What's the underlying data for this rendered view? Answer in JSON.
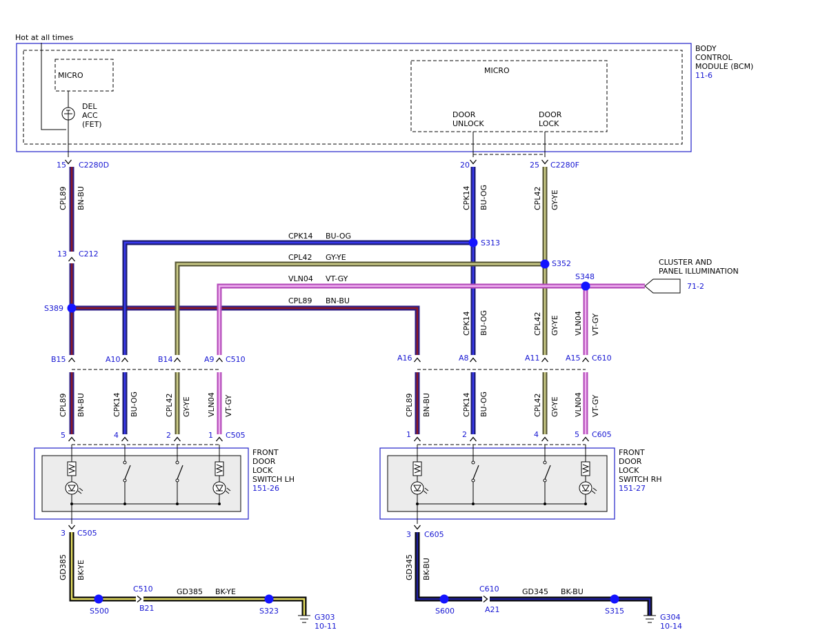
{
  "colors": {
    "bn_bu": {
      "outer": "#2c1d86",
      "inner": "#8f1a22"
    },
    "bu_og": {
      "outer": "#1b1b70",
      "inner": "#3a3af0"
    },
    "gy_ye": {
      "outer": "#5a5a38",
      "inner": "#d0d08a"
    },
    "vt_gy": {
      "outer": "#b44cba",
      "inner": "#f0b4f0"
    },
    "bk_ye": {
      "outer": "#0a0a0a",
      "inner": "#e8e060"
    },
    "bk_bu": {
      "outer": "#0a0a0a",
      "inner": "#2020a0"
    },
    "splice": "#1414ff",
    "label": "#1414d2"
  },
  "hot_label": "Hot at all times",
  "bcm": {
    "name": [
      "BODY",
      "CONTROL",
      "MODULE (BCM)"
    ],
    "ref": "11-6",
    "micro_left": "MICRO",
    "micro_right": "MICRO",
    "del": [
      "DEL",
      "ACC",
      "(FET)"
    ],
    "door_unlock": [
      "DOOR",
      "UNLOCK"
    ],
    "door_lock": [
      "DOOR",
      "LOCK"
    ]
  },
  "connectors": {
    "c2280d": {
      "pin": "15",
      "name": "C2280D"
    },
    "c2280f": {
      "pin20": "20",
      "pin25": "25",
      "name": "C2280F"
    },
    "c212": {
      "pin": "13",
      "name": "C212"
    },
    "c510": {
      "pins": [
        "B15",
        "A10",
        "B14",
        "A9"
      ],
      "name": "C510"
    },
    "c610": {
      "pins": [
        "A16",
        "A8",
        "A11",
        "A15"
      ],
      "name": "C610"
    },
    "c505_top": {
      "pins": [
        "5",
        "4",
        "2",
        "1"
      ],
      "name": "C505"
    },
    "c605_top": {
      "pins": [
        "1",
        "2",
        "4",
        "5"
      ],
      "name": "C605"
    },
    "c505_bottom": {
      "pin": "3",
      "name": "C505"
    },
    "c605_bottom": {
      "pin": "3",
      "name": "C605"
    },
    "c510_ground": {
      "name": "C510",
      "pin": "B21"
    },
    "c610_ground": {
      "name": "C610",
      "pin": "A21"
    }
  },
  "wires": {
    "cpl89": {
      "circuit": "CPL89",
      "color": "BN-BU"
    },
    "cpk14": {
      "circuit": "CPK14",
      "color": "BU-OG"
    },
    "cpl42": {
      "circuit": "CPL42",
      "color": "GY-YE"
    },
    "vln04": {
      "circuit": "VLN04",
      "color": "VT-GY"
    },
    "gd385": {
      "circuit": "GD385",
      "color": "BK-YE"
    },
    "gd345": {
      "circuit": "GD345",
      "color": "BK-BU"
    }
  },
  "splices": {
    "s313": "S313",
    "s352": "S352",
    "s348": "S348",
    "s389": "S389",
    "s500": "S500",
    "s323": "S323",
    "s600": "S600",
    "s315": "S315"
  },
  "cluster": {
    "label": [
      "CLUSTER AND",
      "PANEL ILLUMINATION"
    ],
    "ref": "71-2"
  },
  "switch_lh": {
    "name": [
      "FRONT",
      "DOOR",
      "LOCK",
      "SWITCH LH"
    ],
    "ref": "151-26"
  },
  "switch_rh": {
    "name": [
      "FRONT",
      "DOOR",
      "LOCK",
      "SWITCH RH"
    ],
    "ref": "151-27"
  },
  "grounds": {
    "g303": {
      "name": "G303",
      "ref": "10-11"
    },
    "g304": {
      "name": "G304",
      "ref": "10-14"
    }
  }
}
